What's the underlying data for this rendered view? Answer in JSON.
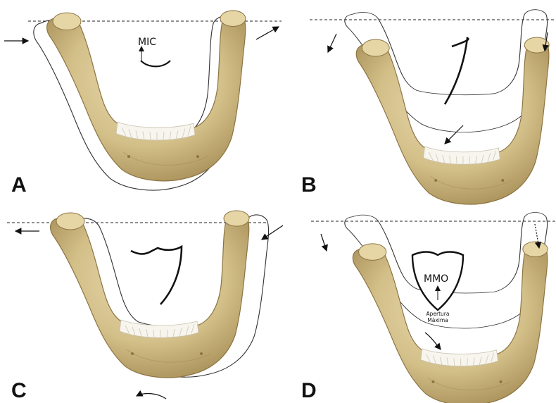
{
  "panels": [
    {
      "id": "A",
      "label": "A",
      "annotation": "MIC"
    },
    {
      "id": "B",
      "label": "B"
    },
    {
      "id": "C",
      "label": "C"
    },
    {
      "id": "D",
      "label": "D",
      "annotation": "MMO",
      "subtext_line1": "Apertura",
      "subtext_line2": "Máxima"
    }
  ],
  "colors": {
    "bone": "#dccb9c",
    "bone_shadow": "#b39b62",
    "bone_dark": "#8c7443",
    "teeth": "#f7f5ee",
    "outline": "#333333"
  }
}
